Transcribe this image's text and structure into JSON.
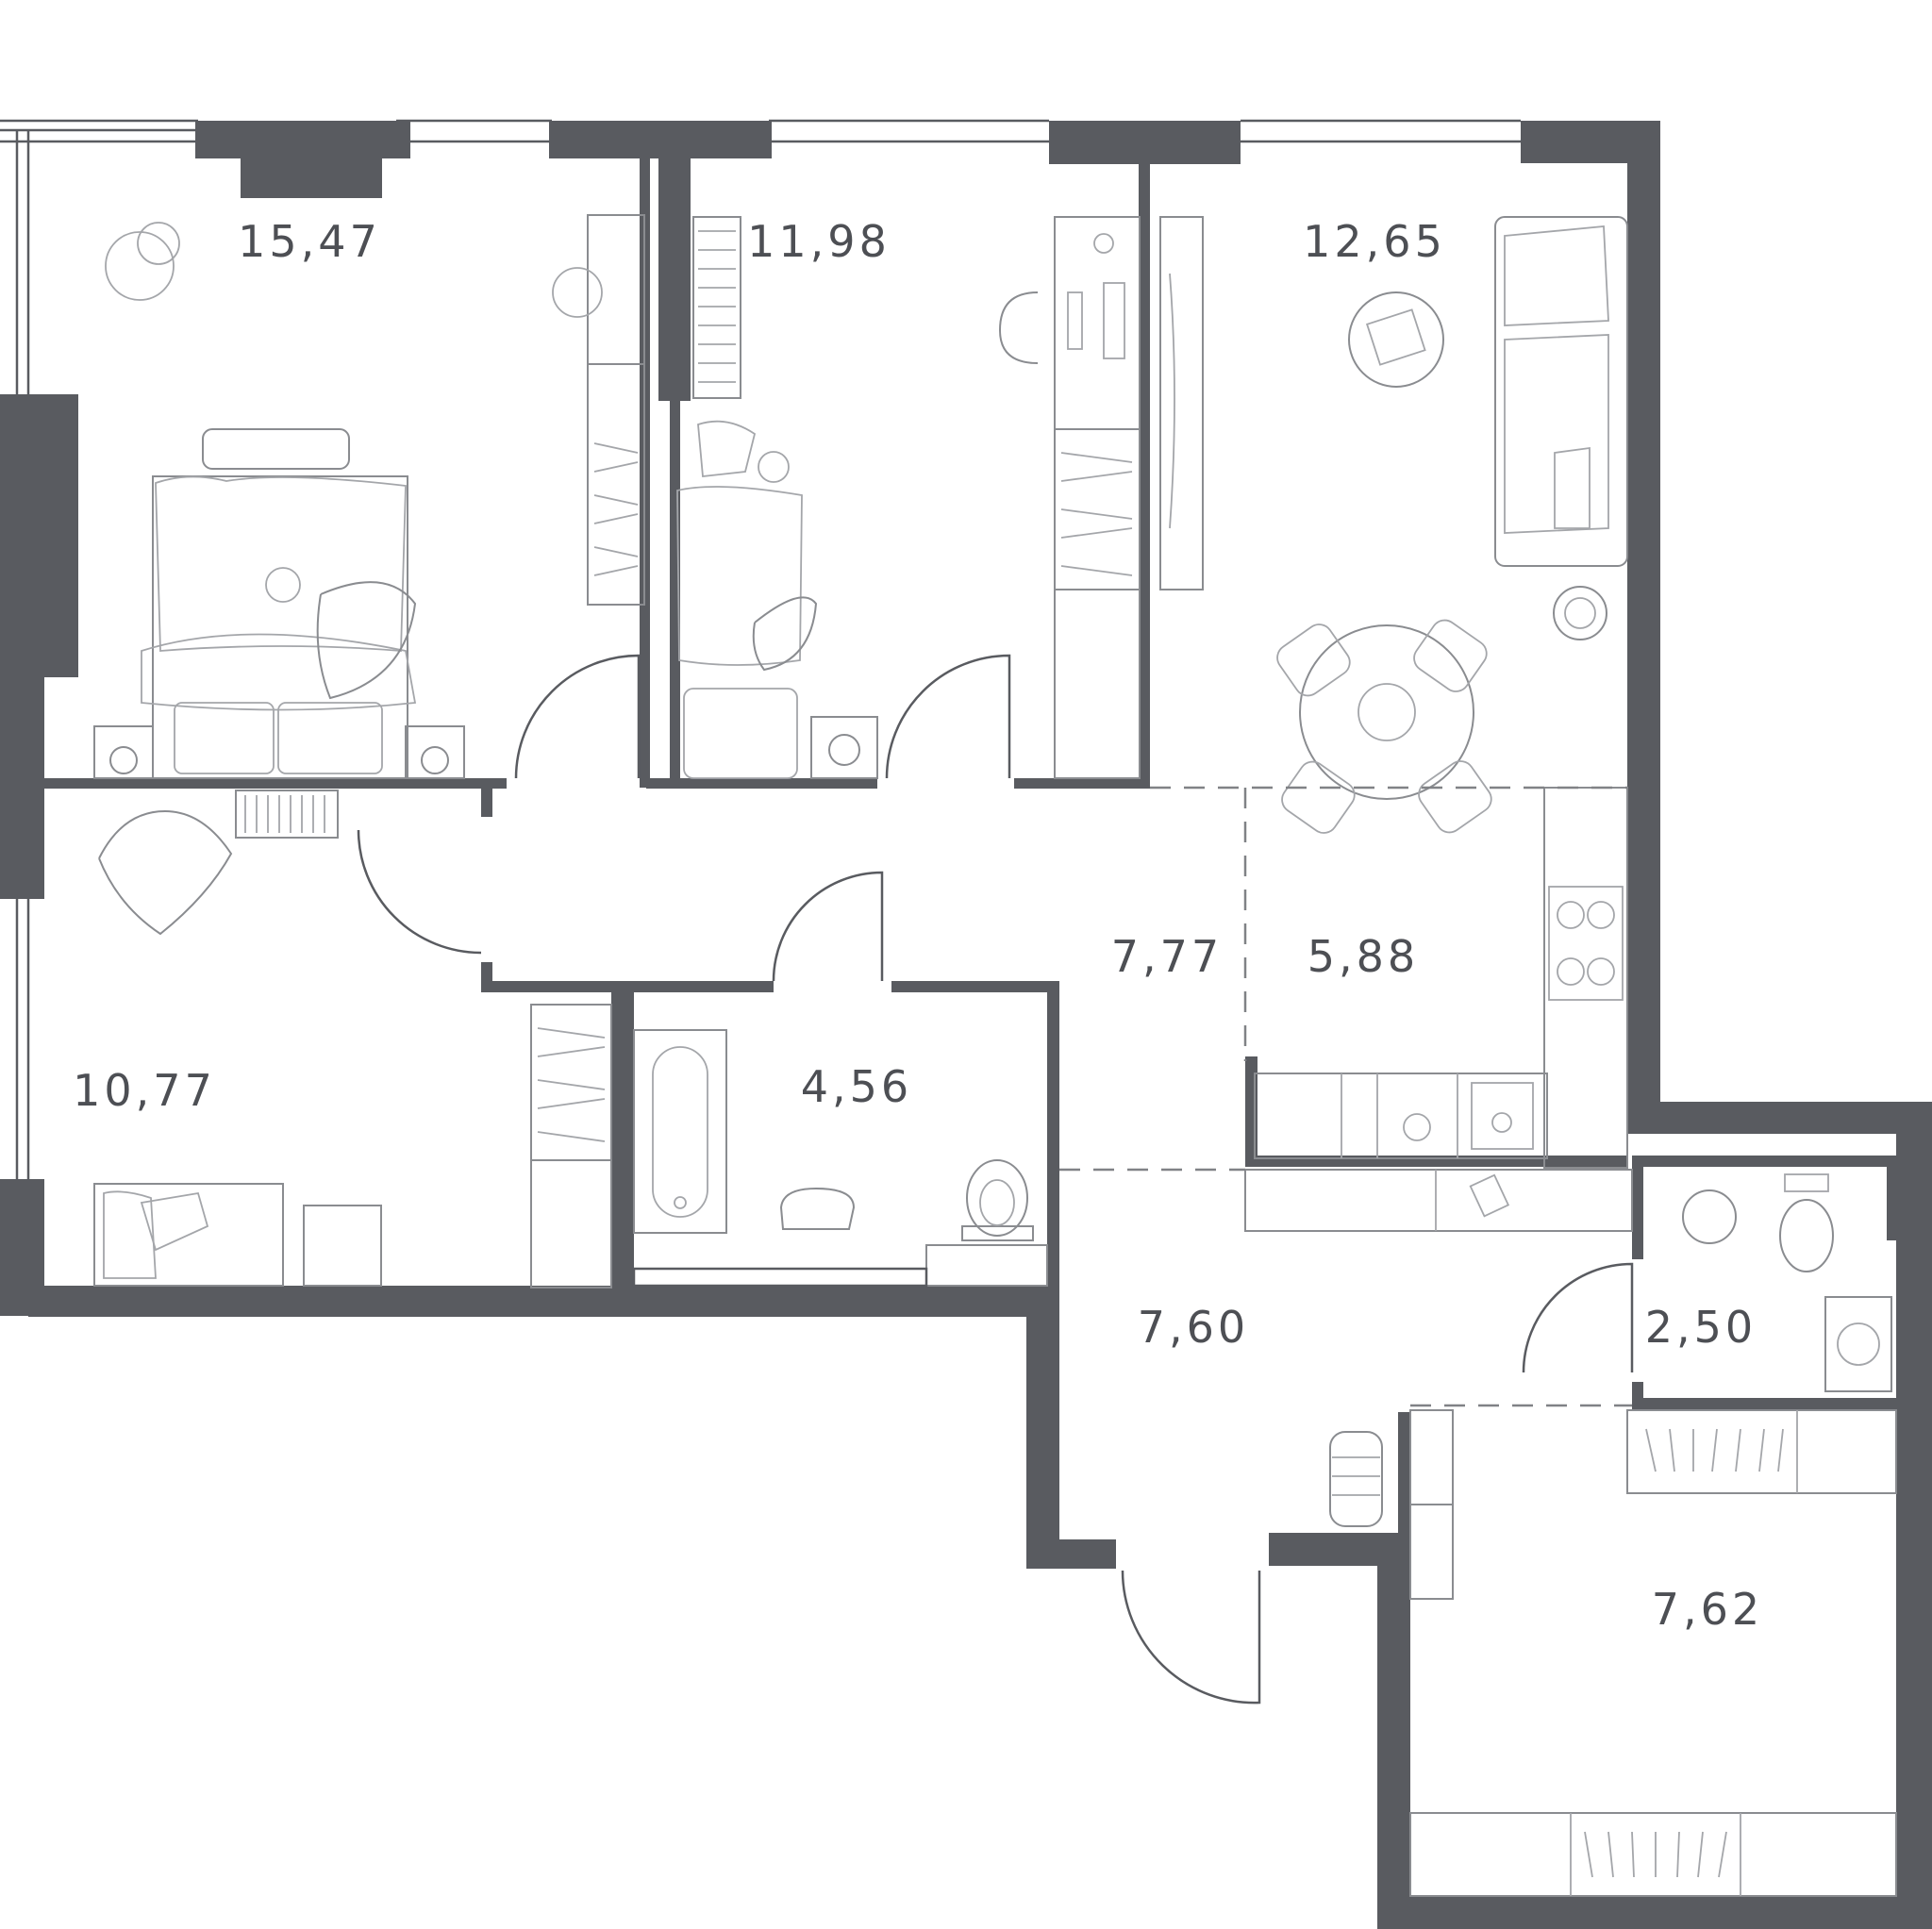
{
  "rooms": [
    {
      "id": "bedroom-master",
      "area": "15,47"
    },
    {
      "id": "bedroom-kids",
      "area": "11,98"
    },
    {
      "id": "living-room",
      "area": "12,65"
    },
    {
      "id": "bedroom-small",
      "area": "10,77"
    },
    {
      "id": "hallway",
      "area": "7,77"
    },
    {
      "id": "kitchen",
      "area": "5,88"
    },
    {
      "id": "bathroom",
      "area": "4,56"
    },
    {
      "id": "entrance-hall",
      "area": "7,60"
    },
    {
      "id": "toilet",
      "area": "2,50"
    },
    {
      "id": "walk-in-closet",
      "area": "7,62"
    }
  ],
  "colors": {
    "wall": "#595b60",
    "furniture": "#8a8c90",
    "background": "#ffffff"
  }
}
